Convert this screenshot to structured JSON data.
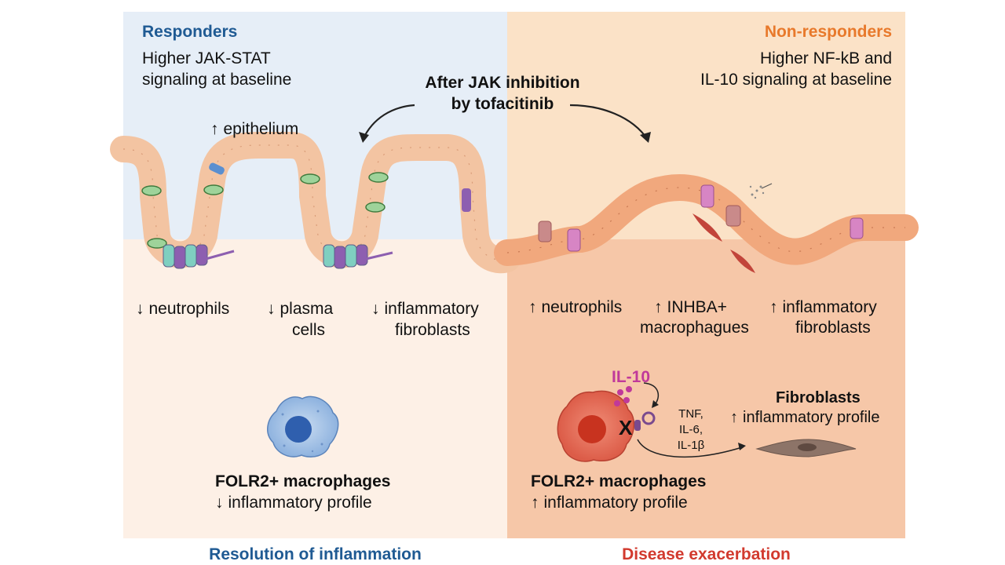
{
  "left": {
    "group_title": "Responders",
    "baseline_lines": [
      "Higher JAK-STAT",
      "signaling at baseline"
    ],
    "epithelium_label": "epithelium",
    "changes": [
      {
        "lines": [
          "neutrophils"
        ]
      },
      {
        "lines": [
          "plasma",
          "cells"
        ]
      },
      {
        "lines": [
          "inflammatory",
          "fibroblasts"
        ]
      }
    ],
    "macrophage_title": "FOLR2+ macrophages",
    "macrophage_profile": "inflammatory profile",
    "outcome": "Resolution of inflammation"
  },
  "right": {
    "group_title": "Non-responders",
    "baseline_lines": [
      "Higher NF-kB and",
      "IL-10 signaling at baseline"
    ],
    "changes": [
      {
        "lines": [
          "neutrophils"
        ]
      },
      {
        "lines": [
          "INHBA+",
          "macrophagues"
        ]
      },
      {
        "lines": [
          "inflammatory",
          "fibroblasts"
        ]
      }
    ],
    "il10_label": "IL-10",
    "cytokines": [
      "TNF,",
      "IL-6,",
      "IL-1β"
    ],
    "block_mark": "X",
    "fibroblast_title": "Fibroblasts",
    "fibroblast_profile": "inflammatory profile",
    "macrophage_title": "FOLR2+ macrophages",
    "macrophage_profile": "inflammatory profile",
    "outcome": "Disease exacerbation"
  },
  "center": {
    "treatment_lines": [
      "After JAK inhibition",
      "by tofacitinib"
    ]
  },
  "colors": {
    "left_top_bg": "#e6eef7",
    "left_bottom_bg": "#fdf0e6",
    "right_top_bg": "#fbe2c7",
    "right_bottom_bg": "#f6c7a8",
    "responders": "#1f5a93",
    "non_responders": "#e8792b",
    "resolution": "#1f5a93",
    "exacerbation": "#d23a2e",
    "il10": "#c0399a",
    "epithelium": "#f6c9a8",
    "macrophage_left": "#a9c6e8",
    "macrophage_right": "#e8705b",
    "fibroblast": "#8d7468"
  }
}
